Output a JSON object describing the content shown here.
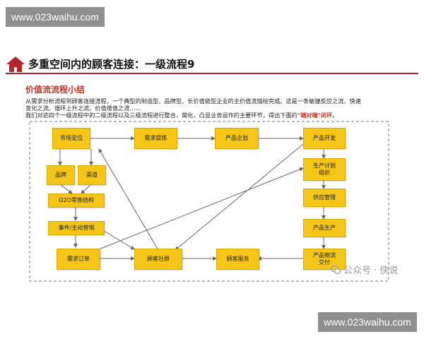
{
  "watermark": {
    "top": "www.023waihu.com",
    "bottom": "www.023waihu.com"
  },
  "header": {
    "title": "多重空间内的顾客连接：一级流程9",
    "icon": "house-icon"
  },
  "section": {
    "title": "价值流流程小结"
  },
  "paragraph": {
    "line1": "从需求分析流程到顾客连接流程，一个典型的制造型、品牌型、长价值链型企业的主价值流描绘完成。这是一条敏捷反应之流、快速",
    "line2": "变化之流、循环上升之流、价值增值之流……",
    "line3_prefix": "我们对这四个一级流程中的二级流程以及三级流程进行整合，简化，凸显业务运作的主要环节，得出下面的",
    "line3_highlight": "\"端对端\"闭环",
    "line3_suffix": "。"
  },
  "diagram": {
    "nodes": {
      "market_position": "市场定位",
      "demand_refine": "需求提炼",
      "product_plan": "产品企划",
      "product_dev": "产品开发",
      "brand": "品牌",
      "channel": "渠道",
      "o2o": "O2O零售结构",
      "event_marketing": "事件/主动营销",
      "prod_plan_org_l1": "生产计划",
      "prod_plan_org_l2": "组织",
      "supply_mgmt": "供应管理",
      "production": "产品生产",
      "demand_order": "需求订单",
      "customer_community": "顾客社群",
      "customer_service": "顾客服务",
      "logistics_l1": "产品物流",
      "logistics_l2": "交付"
    },
    "colors": {
      "node_fill": "#f5c518",
      "line": "#666666",
      "frame": "#777777"
    }
  },
  "credit": {
    "text": "公众号 · 侠说",
    "icon": "wechat-icon"
  }
}
